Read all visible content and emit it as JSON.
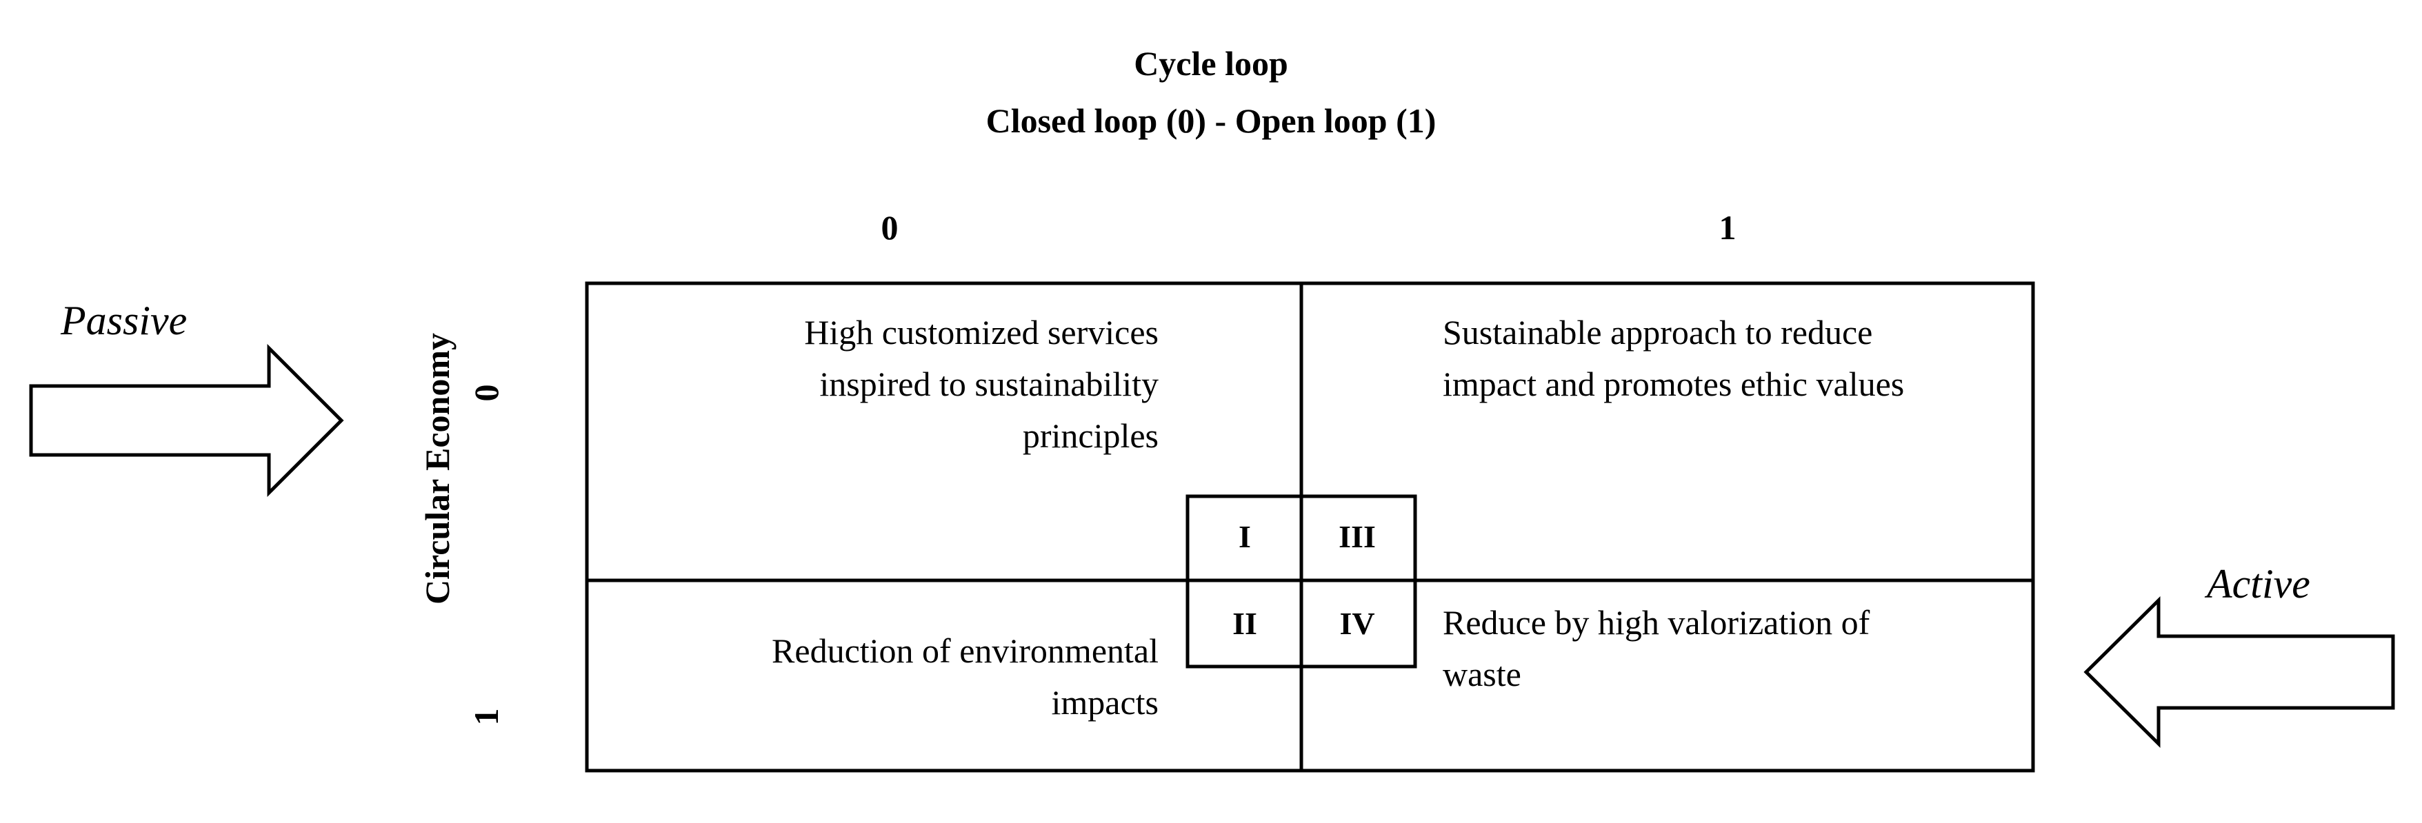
{
  "title": {
    "line1": "Cycle loop",
    "line2": "Closed loop (0) - Open loop (1)"
  },
  "columns": {
    "c0": "0",
    "c1": "1"
  },
  "y_axis": {
    "label": "Circular Economy",
    "r0": "0",
    "r1": "1"
  },
  "arrows": {
    "left_label": "Passive",
    "right_label": "Active"
  },
  "cells": {
    "top_left": [
      "High customized services",
      "inspired to sustainability",
      "principles"
    ],
    "top_right": [
      "Sustainable approach to reduce",
      "impact and promotes ethic values"
    ],
    "bottom_left": [
      "Reduction of environmental",
      "impacts"
    ],
    "bottom_right": [
      "Reduce by high valorization of",
      "waste"
    ]
  },
  "quadrants": {
    "q1": "I",
    "q2": "II",
    "q3": "III",
    "q4": "IV"
  },
  "colors": {
    "line": "#000000",
    "background": "#ffffff"
  }
}
